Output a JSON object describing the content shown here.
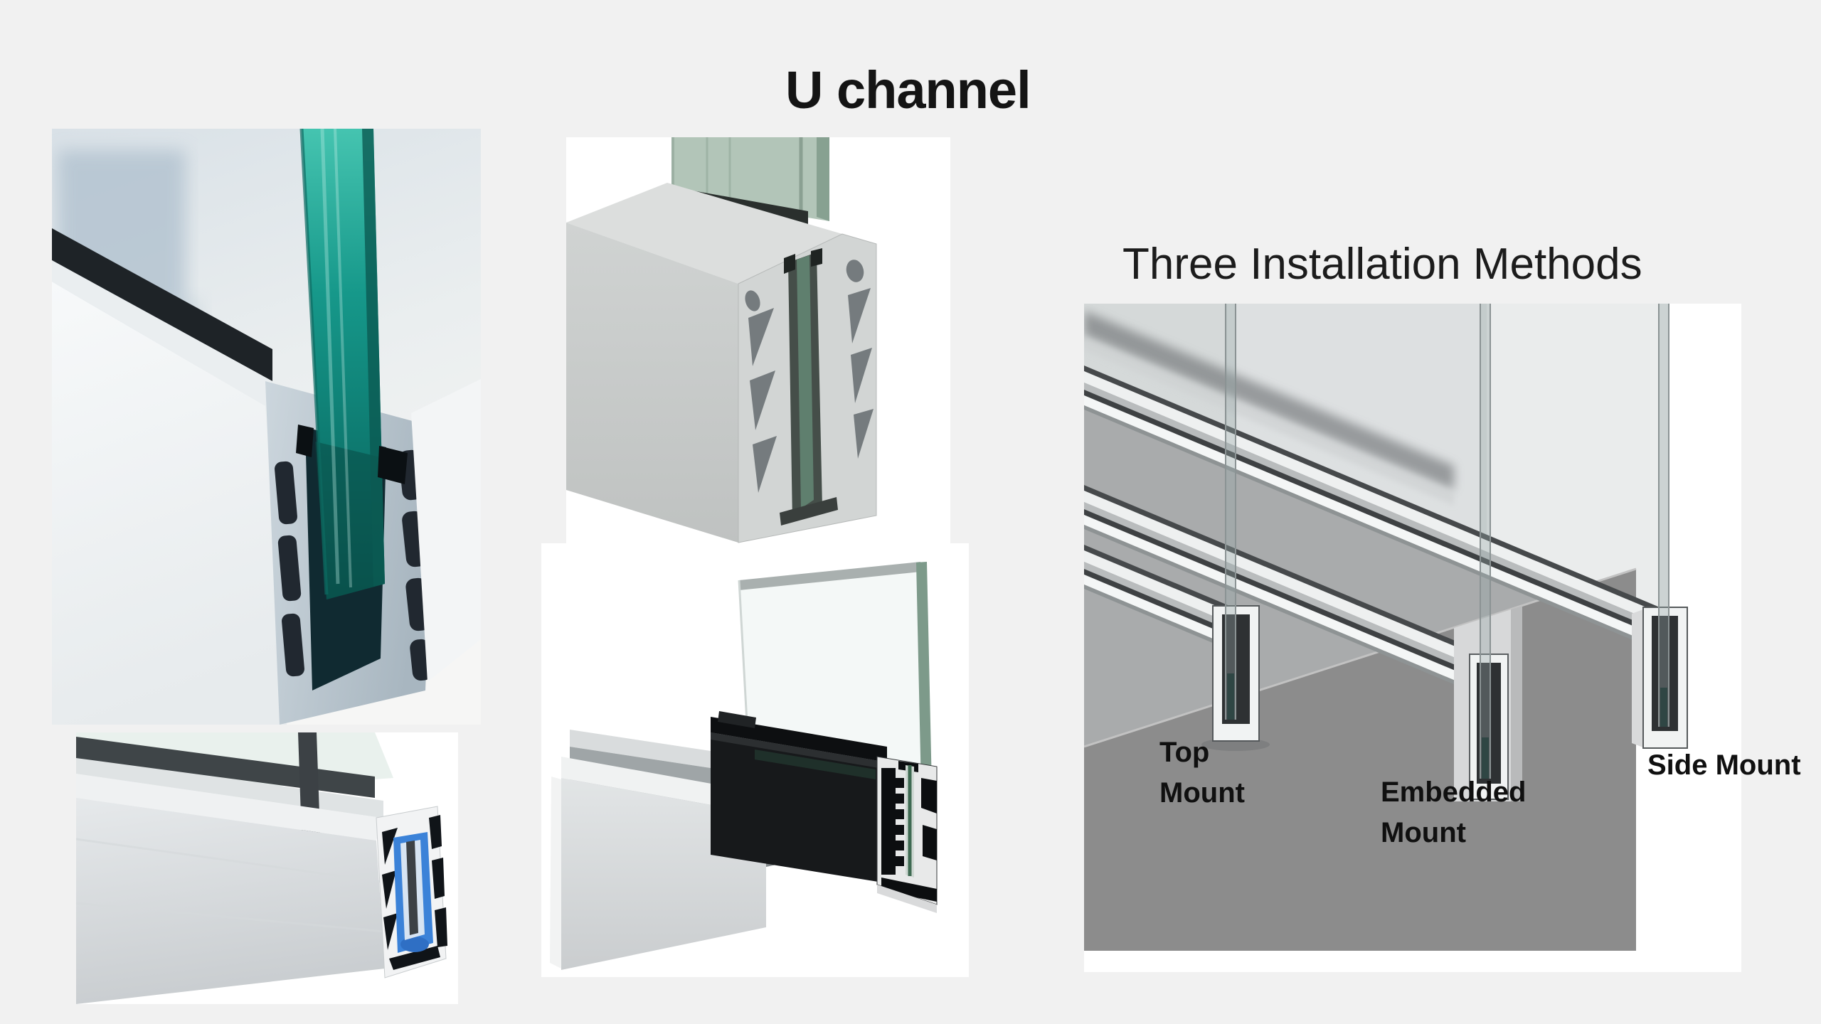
{
  "page": {
    "title": "U channel",
    "background_color": "#f1f1f1"
  },
  "installation": {
    "heading": "Three Installation Methods",
    "labels": [
      {
        "line1": "Top",
        "line2": "Mount"
      },
      {
        "line1": "Embedded",
        "line2": "Mount"
      },
      {
        "line1": "Side Mount",
        "line2": ""
      }
    ]
  },
  "colors": {
    "glass_teal": "#128375",
    "sealant_blue": "#3b82d8",
    "slab_gray": "#8c8c8c",
    "channel_black": "#17191b",
    "aluminum_silver": "#d7dadb",
    "glass_green": "#b2c5b8"
  }
}
